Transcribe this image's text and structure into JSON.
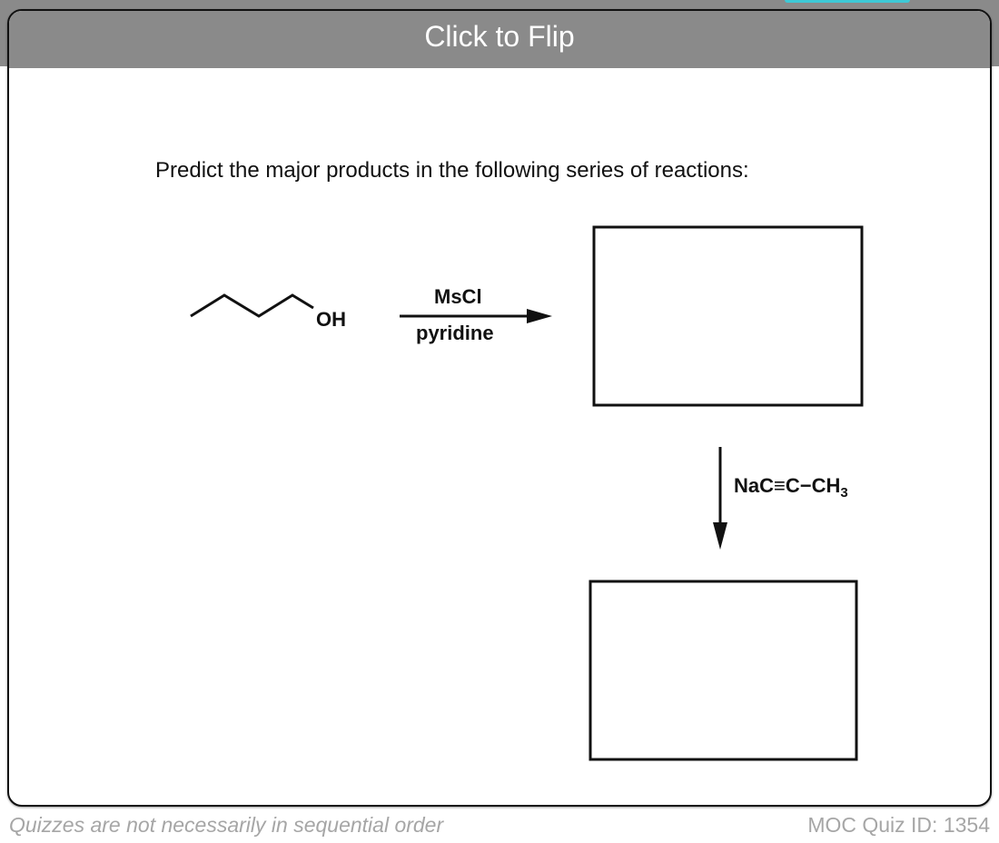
{
  "card": {
    "flip_label": "Click to Flip",
    "question": "Predict the major products in the following series of reactions:",
    "starting_material_label": "OH",
    "step1_reagent_top": "MsCl",
    "step1_reagent_bottom": "pyridine",
    "step2_reagent_main": "NaC≡C−CH",
    "step2_reagent_sub": "3"
  },
  "footer": {
    "note": "Quizzes are not necessarily in sequential order",
    "quiz_id": "MOC Quiz ID: 1354"
  },
  "colors": {
    "flip_bar": "#8a8a8a",
    "footer_text": "#a6a6a6",
    "accent_teal": "#3ec9d6"
  }
}
